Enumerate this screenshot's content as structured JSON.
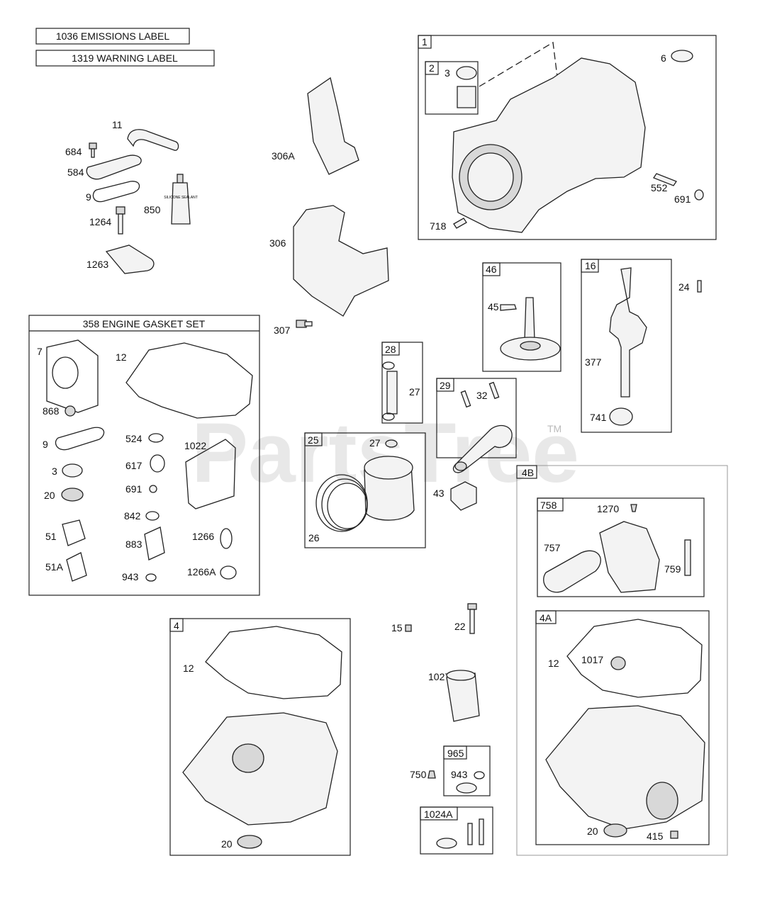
{
  "labels_top": {
    "emissions": "1036 EMISSIONS LABEL",
    "warning": "1319 WARNING LABEL"
  },
  "watermark": "PartsTree",
  "watermark_tm": "TM",
  "gasket_set": {
    "title": "358 ENGINE GASKET SET"
  },
  "callouts": {
    "c684": "684",
    "c11": "11",
    "c584": "584",
    "c9a": "9",
    "c850": "850",
    "c1264": "1264",
    "c1263": "1263",
    "c306A": "306A",
    "c306": "306",
    "c307": "307",
    "c1": "1",
    "c2": "2",
    "c3a": "3",
    "c6": "6",
    "c552": "552",
    "c691a": "691",
    "c718": "718",
    "c46": "46",
    "c45": "45",
    "c16": "16",
    "c24": "24",
    "c377": "377",
    "c741": "741",
    "c7": "7",
    "c12a": "12",
    "c868": "868",
    "c9b": "9",
    "c524": "524",
    "c1022": "1022",
    "c617": "617",
    "c3b": "3",
    "c691b": "691",
    "c20a": "20",
    "c842": "842",
    "c51": "51",
    "c883": "883",
    "c1266": "1266",
    "c51A": "51A",
    "c943a": "943",
    "c1266A": "1266A",
    "c28": "28",
    "c27a": "27",
    "c29": "29",
    "c32": "32",
    "c25": "25",
    "c27b": "27",
    "c26": "26",
    "c43": "43",
    "c4B": "4B",
    "c758": "758",
    "c1270": "1270",
    "c757": "757",
    "c759": "759",
    "c4": "4",
    "c12b": "12",
    "c20b": "20",
    "c15": "15",
    "c22": "22",
    "c1027": "1027",
    "c965": "965",
    "c750": "750",
    "c943b": "943",
    "c1024A": "1024A",
    "c4A": "4A",
    "c12c": "12",
    "c1017": "1017",
    "c20c": "20",
    "c415": "415"
  },
  "tube_text": "SILICONE SEALANT"
}
